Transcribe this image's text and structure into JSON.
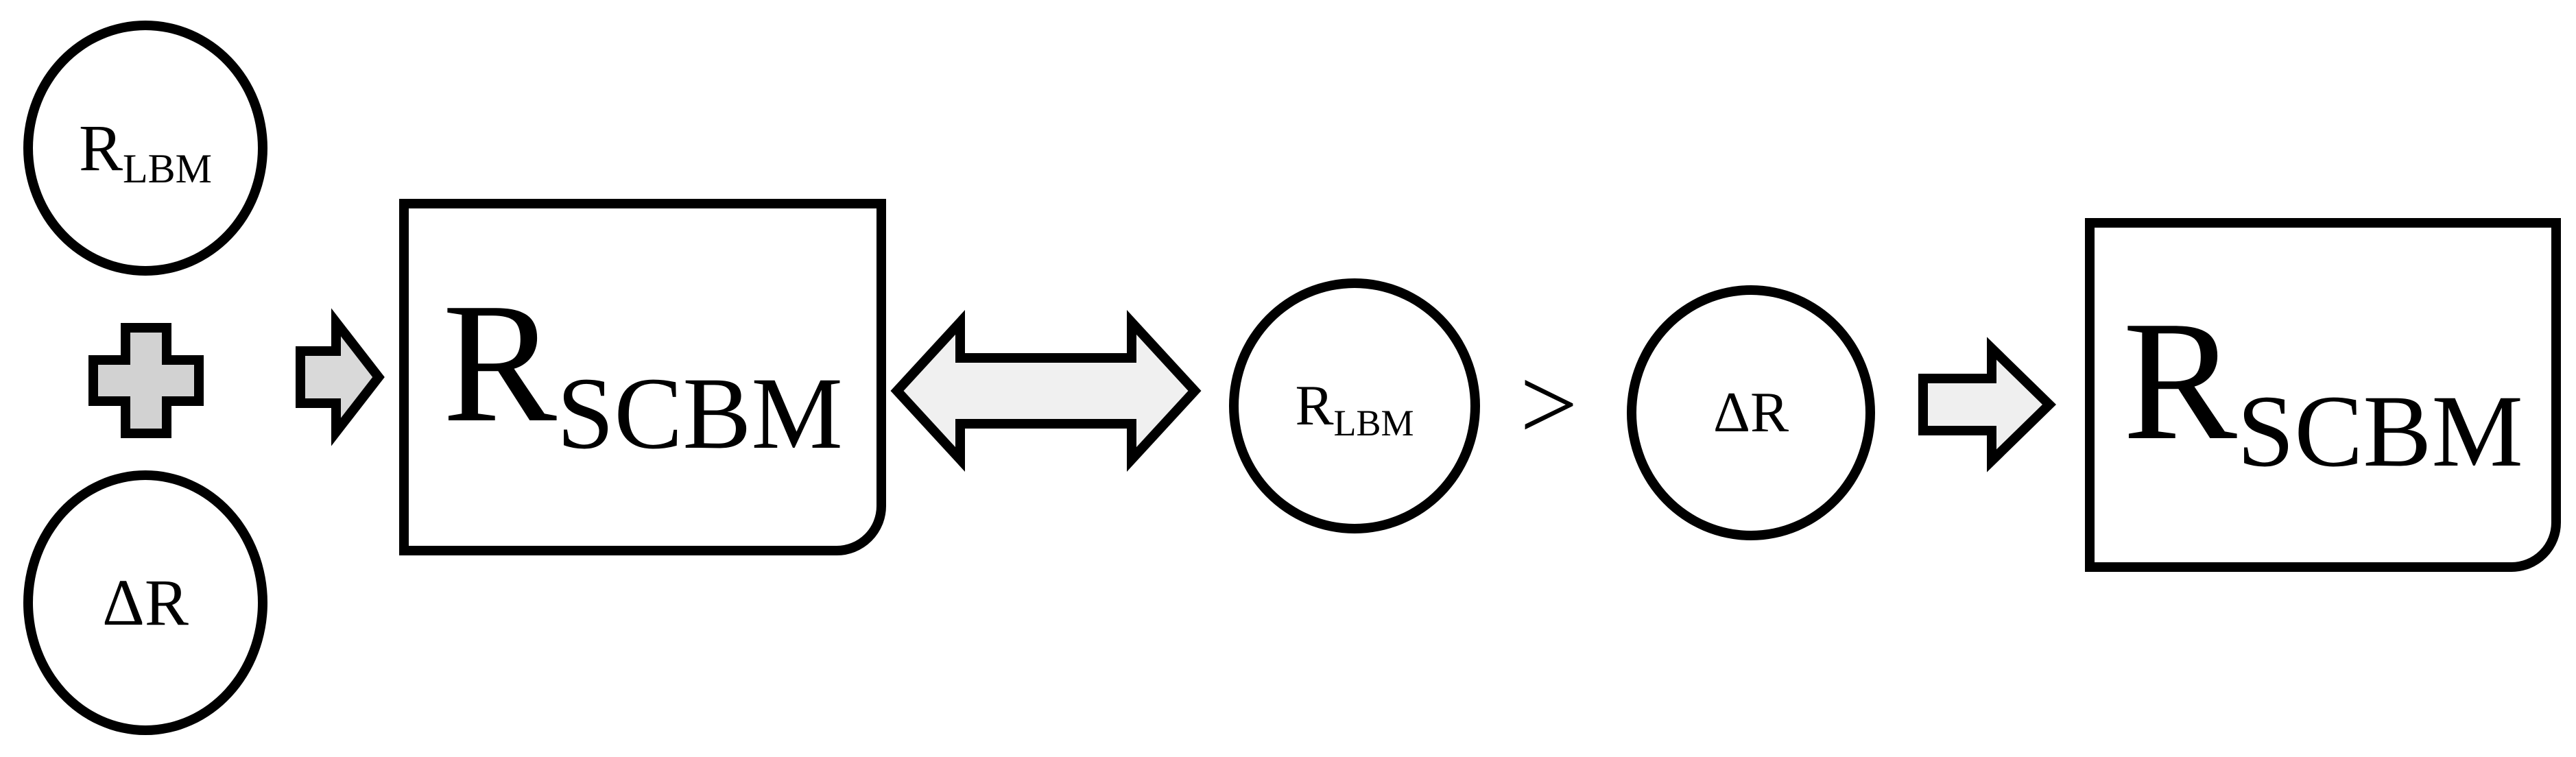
{
  "left_group": {
    "top_circle": {
      "main": "R",
      "sub": "LBM"
    },
    "bottom_circle": {
      "text": "ΔR"
    }
  },
  "box_1": {
    "main": "R",
    "sub": "SCBM"
  },
  "middle": {
    "circle_a": {
      "main": "R",
      "sub": "LBM"
    },
    "comparison": ">",
    "circle_b": {
      "text": "ΔR"
    }
  },
  "box_2": {
    "main": "R",
    "sub": "SCBM"
  },
  "icons": [
    "plus-icon",
    "arrow-right-icon",
    "double-arrow-icon",
    "arrow-right-icon"
  ]
}
